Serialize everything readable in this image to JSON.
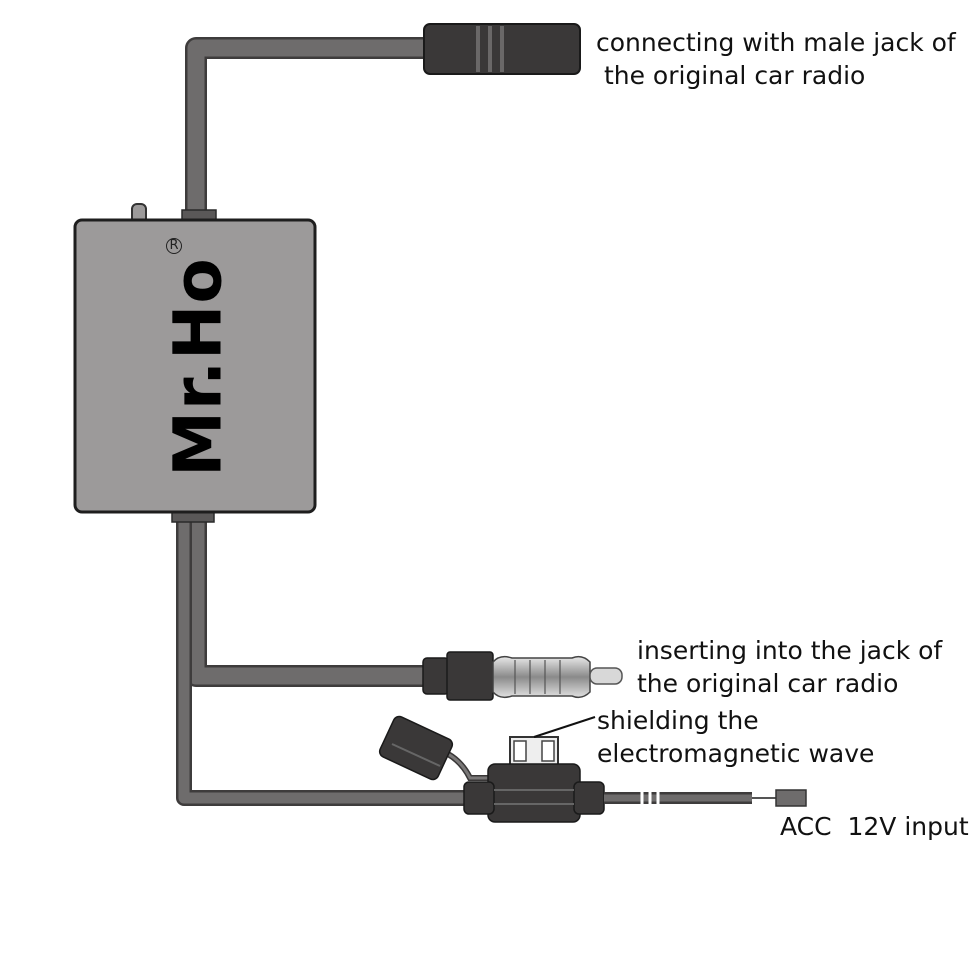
{
  "device": {
    "brand": "Mr.Ho",
    "registered_mark": "R"
  },
  "labels": {
    "female_jack": [
      "connecting with male jack of",
      " the original car radio"
    ],
    "male_plug": [
      "inserting into the jack of",
      "the original car radio"
    ],
    "fuse_cap": [
      "shielding the",
      "electromagnetic wave"
    ],
    "power": "ACC  12V input"
  },
  "colors": {
    "cable": "#6e6c6c",
    "cable_edge": "#3e3c3c",
    "box": "#9c9a9a",
    "connector": "#3a3838"
  }
}
